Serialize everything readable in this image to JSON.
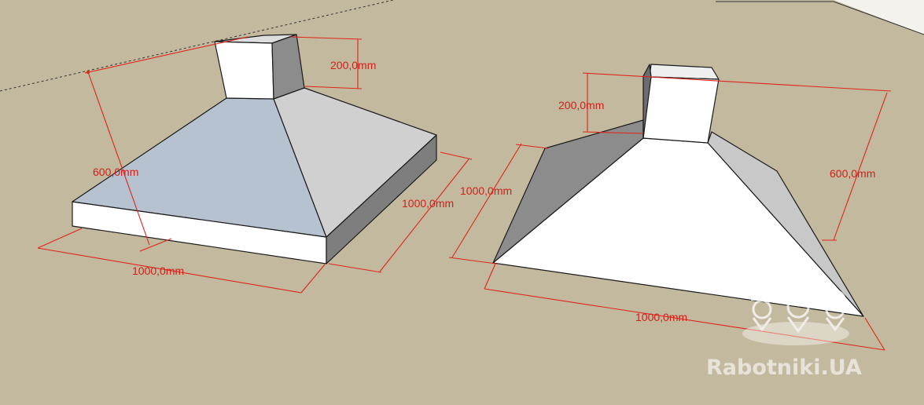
{
  "colors": {
    "background": "#c3b99e",
    "dimension": "#e0241b",
    "face_blue": "#b6c2cf",
    "face_light": "#d0d0d0",
    "face_dark": "#8c8c8c",
    "face_white": "#ffffff"
  },
  "left_hood": {
    "dim_height_total": "600,0mm",
    "dim_pipe": "200,0mm",
    "dim_width": "1000,0mm",
    "dim_depth": "1000,0mm"
  },
  "right_hood": {
    "dim_pipe": "200,0mm",
    "dim_height_total": "600,0mm",
    "dim_depth": "1000,0mm",
    "dim_width": "1000,0mm"
  },
  "watermark": {
    "text": "Rabotniki.UA",
    "icon": "three-workers-helmet-logo"
  }
}
